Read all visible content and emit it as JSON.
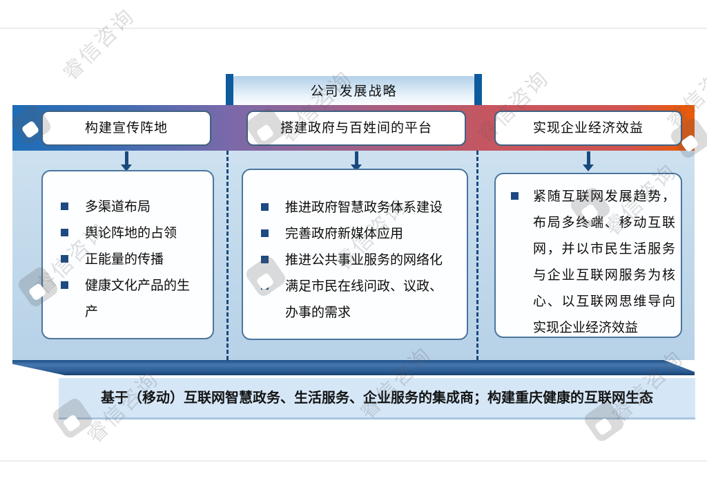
{
  "title": "公司发展战略",
  "watermark": {
    "text": "睿信咨询"
  },
  "pillars": [
    {
      "header": "构建宣传阵地",
      "items": [
        "多渠道布局",
        "舆论阵地的占领",
        "正能量的传播",
        "健康文化产品的生产"
      ]
    },
    {
      "header": "搭建政府与百姓间的平台",
      "items": [
        "推进政府智慧政务体系建设",
        "完善政府新媒体应用",
        "推进公共事业服务的网络化",
        "满足市民在线问政、议政、办事的需求"
      ]
    },
    {
      "header": "实现企业经济效益",
      "items": [
        "紧随互联网发展趋势，布局多终端、移动互联网，并以市民生活服务与企业互联网服务为核心、以互联网思维导向实现企业经济效益"
      ]
    }
  ],
  "banner": "基于（移动）互联网智慧政务、生活服务、企业服务的集成商；构建重庆健康的互联网生态",
  "colors": {
    "bar_blue": "#1e6db6",
    "bar_purple": "#7b69a9",
    "bar_red": "#d0534f",
    "bar_orange": "#e85c0c",
    "navy": "#1a4a7d",
    "bullet_navy": "#1d4a82",
    "content_bg_light_blue": "#c0d8ea",
    "banner_bg": "#d5e7f7",
    "connector_blue": "#0d5a9d"
  }
}
